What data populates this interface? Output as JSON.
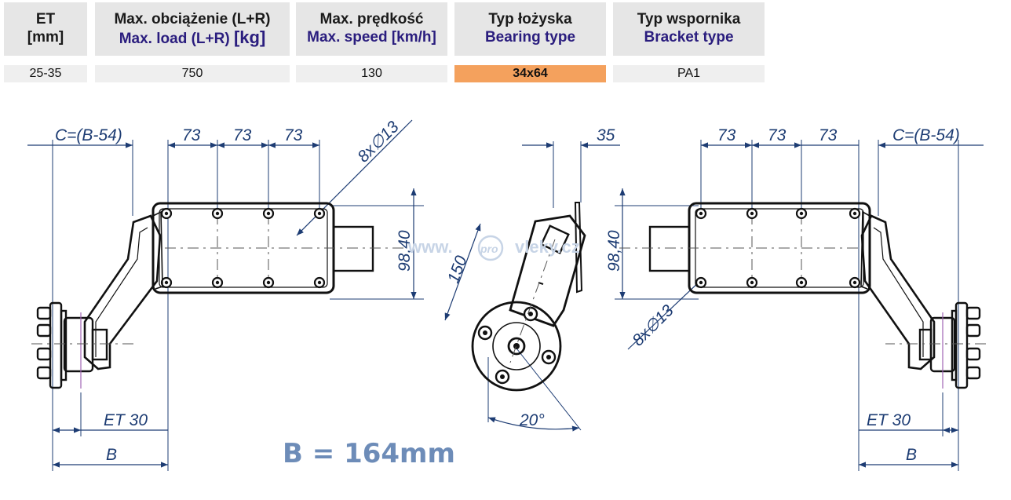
{
  "table": {
    "headers": [
      {
        "pl": "ET",
        "en": "[mm]"
      },
      {
        "pl": "Max. obciążenie (L+R)",
        "en": "Max. load (L+R)",
        "unit": "[kg]"
      },
      {
        "pl": "Max. prędkość",
        "en": "Max. speed [km/h]"
      },
      {
        "pl": "Typ łożyska",
        "en": "Bearing type"
      },
      {
        "pl": "Typ wspornika",
        "en": "Bracket type"
      }
    ],
    "values": [
      "25-35",
      "750",
      "130",
      "34x64",
      "PA1"
    ]
  },
  "highlight_color": "#f4a15d",
  "dimensions": {
    "c_formula": "C=(B-54)",
    "spacing": "73",
    "holes": "8x∅13",
    "height": "98,40",
    "side_width": "35",
    "arm_length": "150",
    "angle": "20°",
    "et": "ET 30",
    "b_label": "B"
  },
  "b_value": "B = 164mm",
  "watermark": {
    "prefix": "www.",
    "badge": "pro",
    "name": "vleky.cz"
  }
}
